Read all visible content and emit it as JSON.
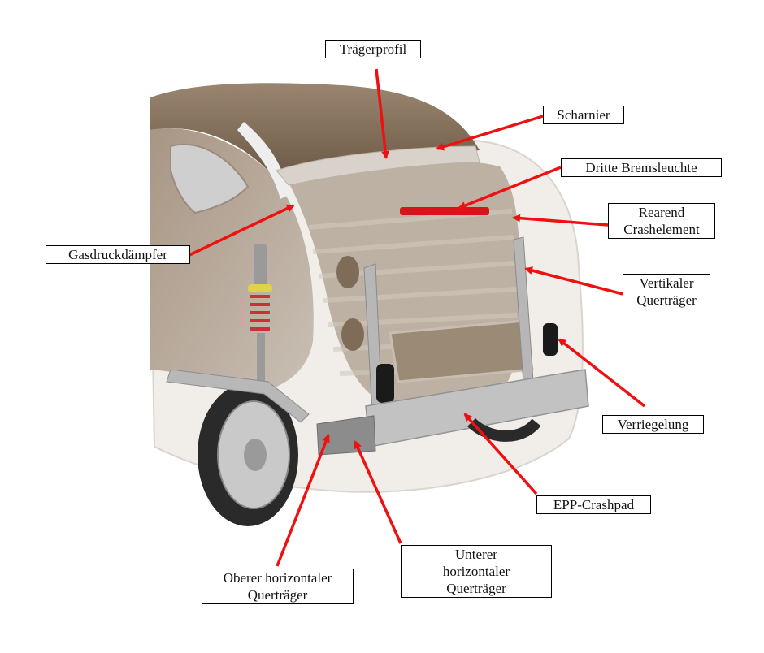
{
  "colors": {
    "arrow": "#ee1111",
    "roof": "#8a7560",
    "body": "#a8998a",
    "frame": "#b5b5b5"
  },
  "labels": {
    "traegerprofil": [
      "Trägerprofil"
    ],
    "scharnier": [
      "Scharnier"
    ],
    "dritte_bremsleuchte": [
      "Dritte Bremsleuchte"
    ],
    "rearend_crashelement": [
      "Rearend",
      "Crashelement"
    ],
    "gasdruckdaempfer": [
      "Gasdruckdämpfer"
    ],
    "vertikaler_quertraeger": [
      "Vertikaler",
      "Querträger"
    ],
    "verriegelung": [
      "Verriegelung"
    ],
    "epp_crashpad": [
      "EPP-Crashpad"
    ],
    "unterer_horizontaler_quertraeger": [
      "Unterer",
      "horizontaler",
      "Querträger"
    ],
    "oberer_horizontaler_quertraeger": [
      "Oberer horizontaler",
      "Querträger"
    ]
  },
  "image": {
    "subject": "car-rear-structure-illustration"
  }
}
